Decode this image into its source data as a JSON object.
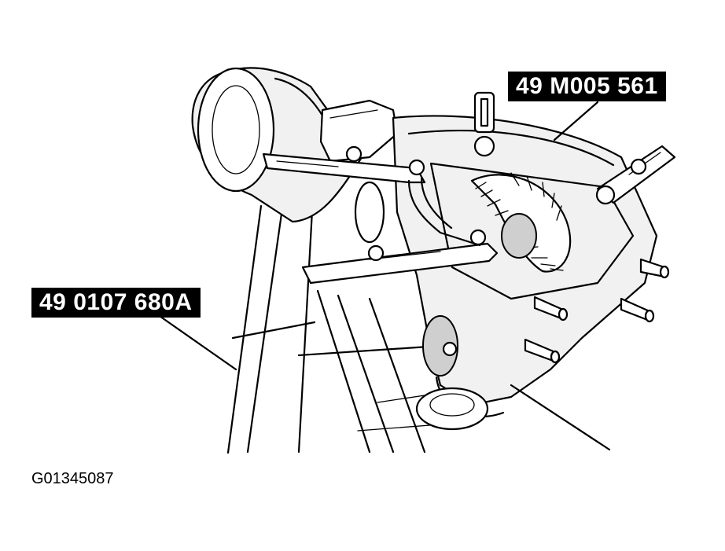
{
  "figure": {
    "callouts": {
      "tool_top": "49 M005 561",
      "tool_left": "49 0107 680A"
    },
    "figure_id": "G01345087"
  }
}
